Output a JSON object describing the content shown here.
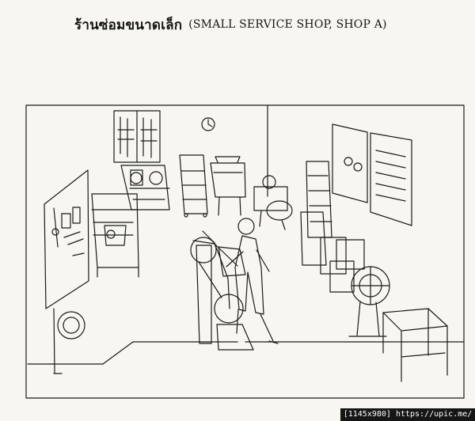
{
  "header": {
    "thai_title": "ร้านซ่อมขนาดเล็ก",
    "english_title": "(SMALL SERVICE SHOP, SHOP A)"
  },
  "illustration": {
    "subject": "small service shop line drawing",
    "ink_color": "#1a1a1a",
    "paper_color": "#f7f6f1",
    "shows": [
      "wall clock",
      "workbench",
      "wall board",
      "shelving cart",
      "compressor",
      "parts rack",
      "mechanic",
      "motorcycle",
      "wheel balancer",
      "work table"
    ]
  },
  "watermark": {
    "text": "[1145x980] https://upic.me/"
  }
}
